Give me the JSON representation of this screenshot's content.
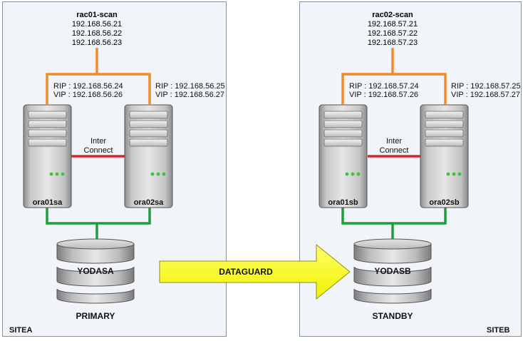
{
  "site_a": {
    "name": "SITEA",
    "scan_name": "rac01-scan",
    "scan_ips": [
      "192.168.56.21",
      "192.168.56.22",
      "192.168.56.23"
    ],
    "node1": {
      "name": "ora01sa",
      "rip": "RIP : 192.168.56.24",
      "vip": "VIP : 192.168.56.26"
    },
    "node2": {
      "name": "ora02sa",
      "rip": "RIP : 192.168.56.25",
      "vip": "VIP : 192.168.56.27"
    },
    "interconnect": [
      "Inter",
      "Connect"
    ],
    "database": "YODASA",
    "role": "PRIMARY"
  },
  "site_b": {
    "name": "SITEB",
    "scan_name": "rac02-scan",
    "scan_ips": [
      "192.168.57.21",
      "192.168.57.22",
      "192.168.57.23"
    ],
    "node1": {
      "name": "ora01sb",
      "rip": "RIP : 192.168.57.24",
      "vip": "VIP : 192.168.57.26"
    },
    "node2": {
      "name": "ora02sb",
      "rip": "RIP : 192.168.57.25",
      "vip": "VIP : 192.168.57.27"
    },
    "interconnect": [
      "Inter",
      "Connect"
    ],
    "database": "YODASB",
    "role": "STANDBY"
  },
  "dataguard_label": "DATAGUARD",
  "colors": {
    "public_network": "#f28c28",
    "interconnect": "#d9262c",
    "storage_network": "#1e9e3c",
    "dataguard_arrow": "#ffff00",
    "site_border": "#7f93a8",
    "site_fill": "#f1f4f8"
  }
}
